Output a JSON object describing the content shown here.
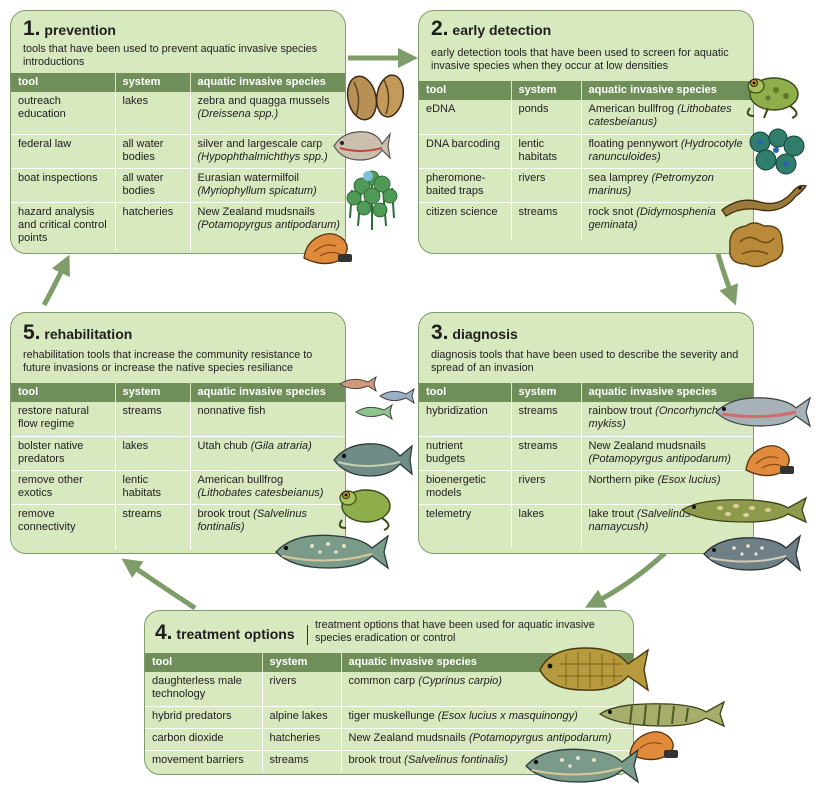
{
  "headers": {
    "tool": "tool",
    "system": "system",
    "species": "aquatic invasive species"
  },
  "panels": {
    "prevention": {
      "num": "1.",
      "title": "prevention",
      "desc": "tools that have been used to prevent aquatic invasive species introductions",
      "rows": [
        {
          "tool": "outreach education",
          "system": "lakes",
          "common": "zebra and quagga mussels",
          "latin": "(Dreissena spp.)"
        },
        {
          "tool": "federal law",
          "system": "all water bodies",
          "common": "silver and largescale carp",
          "latin": "(Hypophthalmichthys spp.)"
        },
        {
          "tool": "boat inspections",
          "system": "all water bodies",
          "common": "Eurasian watermilfoil",
          "latin": "(Myriophyllum spicatum)"
        },
        {
          "tool": "hazard analysis and critical control points",
          "system": "hatcheries",
          "common": "New Zealand mudsnails",
          "latin": "(Potamopyrgus antipodarum)"
        }
      ]
    },
    "early_detection": {
      "num": "2.",
      "title": "early detection",
      "desc": "early detection tools that have been used to screen for aquatic invasive species when they occur at low densities",
      "rows": [
        {
          "tool": "eDNA",
          "system": "ponds",
          "common": "American bullfrog",
          "latin": "(Lithobates catesbeianus)"
        },
        {
          "tool": "DNA barcoding",
          "system": "lentic habitats",
          "common": "floating pennywort",
          "latin": "(Hydrocotyle ranunculoides)"
        },
        {
          "tool": "pheromone-baited traps",
          "system": "rivers",
          "common": "sea lamprey",
          "latin": "(Petromyzon marinus)"
        },
        {
          "tool": "citizen science",
          "system": "streams",
          "common": "rock snot",
          "latin": "(Didymosphenia geminata)"
        }
      ]
    },
    "diagnosis": {
      "num": "3.",
      "title": "diagnosis",
      "desc": "diagnosis tools that have been used to describe the severity and spread of an invasion",
      "rows": [
        {
          "tool": "hybridization",
          "system": "streams",
          "common": "rainbow trout",
          "latin": "(Oncorhynchus mykiss)"
        },
        {
          "tool": "nutrient budgets",
          "system": "streams",
          "common": "New Zealand mudsnails",
          "latin": "(Potamopyrgus antipodarum)"
        },
        {
          "tool": "bioenergetic models",
          "system": "rivers",
          "common": "Northern pike",
          "latin": "(Esox lucius)"
        },
        {
          "tool": "telemetry",
          "system": "lakes",
          "common": "lake trout",
          "latin": "(Salvelinus namaycush)"
        }
      ]
    },
    "treatment": {
      "num": "4.",
      "title": "treatment options",
      "desc": "treatment options that have been used for aquatic invasive species eradication or control",
      "rows": [
        {
          "tool": "daughterless male technology",
          "system": "rivers",
          "common": "common carp",
          "latin": "(Cyprinus carpio)"
        },
        {
          "tool": "hybrid predators",
          "system": "alpine lakes",
          "common": "tiger muskellunge",
          "latin": "(Esox lucius x masquinongy)"
        },
        {
          "tool": "carbon dioxide",
          "system": "hatcheries",
          "common": "New Zealand mudsnails",
          "latin": "(Potamopyrgus antipodarum)"
        },
        {
          "tool": "movement barriers",
          "system": "streams",
          "common": "brook trout",
          "latin": "(Salvelinus fontinalis)"
        }
      ]
    },
    "rehabilitation": {
      "num": "5.",
      "title": "rehabilitation",
      "desc": "rehabilitation tools that increase the community resistance to future invasions or increase the native species resiliance",
      "rows": [
        {
          "tool": "restore natural flow regime",
          "system": "streams",
          "common": "nonnative fish",
          "latin": ""
        },
        {
          "tool": "bolster native predators",
          "system": "lakes",
          "common": "Utah chub",
          "latin": "(Gila atraria)"
        },
        {
          "tool": "remove other exotics",
          "system": "lentic habitats",
          "common": "American bullfrog",
          "latin": "(Lithobates catesbeianus)"
        },
        {
          "tool": "remove connectivity",
          "system": "streams",
          "common": "brook trout",
          "latin": "(Salvelinus fontinalis)"
        }
      ]
    }
  },
  "colors": {
    "panel_fill": "#d8e8bf",
    "panel_border": "#7f9d69",
    "header_fill": "#6f8e5a",
    "arrow": "#7f9d69"
  },
  "icons": [
    "mussel-icon",
    "carp-icon",
    "watermilfoil-icon",
    "mudsnail-icon",
    "bullfrog-icon",
    "pennywort-icon",
    "lamprey-icon",
    "rock-snot-icon",
    "trout-icon",
    "pike-icon",
    "chub-icon",
    "muskellunge-icon",
    "small-fish-icon"
  ]
}
